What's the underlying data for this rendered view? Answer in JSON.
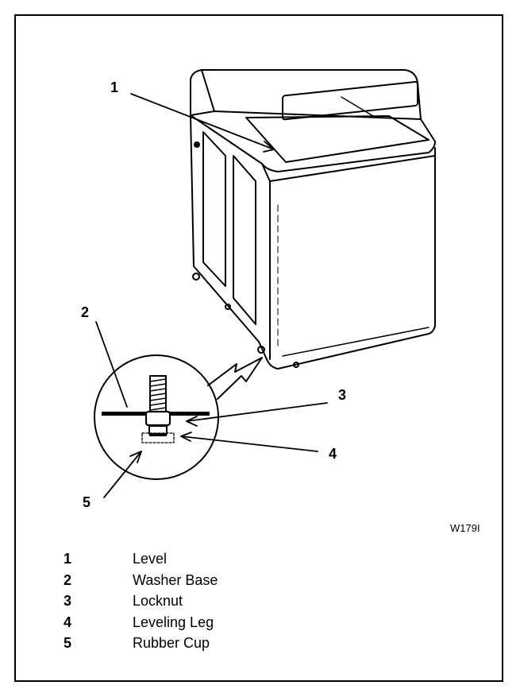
{
  "callouts": {
    "c1": "1",
    "c2": "2",
    "c3": "3",
    "c4": "4",
    "c5": "5"
  },
  "figure_code": "W179I",
  "legend": [
    {
      "num": "1",
      "label": "Level"
    },
    {
      "num": "2",
      "label": "Washer Base"
    },
    {
      "num": "3",
      "label": "Locknut"
    },
    {
      "num": "4",
      "label": "Leveling Leg"
    },
    {
      "num": "5",
      "label": "Rubber Cup"
    }
  ]
}
